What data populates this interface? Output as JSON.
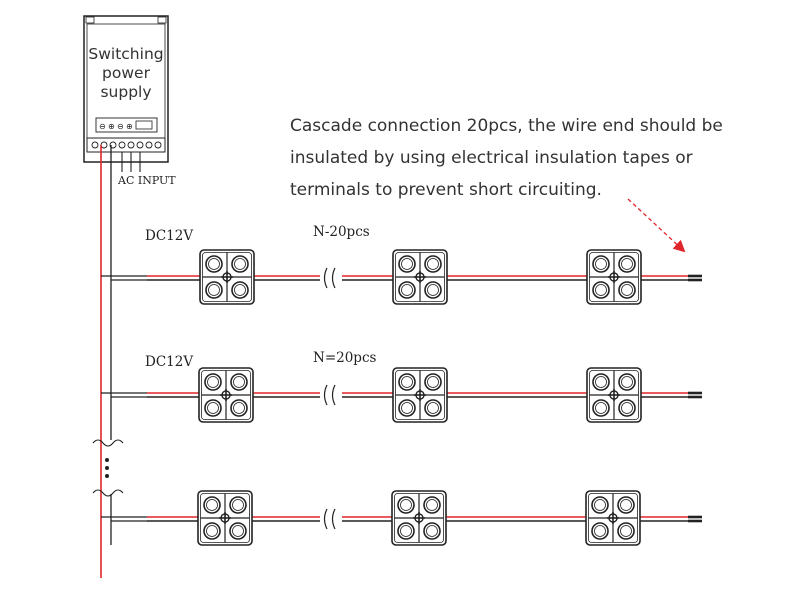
{
  "power_supply": {
    "label_lines": [
      "Switching",
      "power",
      "supply"
    ],
    "terminal_glyphs": [
      "⊖",
      "⊕",
      "⊖",
      "⊕"
    ],
    "input_label": "AC INPUT"
  },
  "note_lines": [
    "Cascade connection 20pcs, the wire end should be",
    "insulated by using electrical insulation tapes or",
    "terminals to prevent short circuiting."
  ],
  "rows": [
    {
      "voltage": "DC12V",
      "count": "N-20pcs"
    },
    {
      "voltage": "DC12V",
      "count": "N=20pcs"
    },
    {
      "voltage": "",
      "count": ""
    }
  ],
  "colors": {
    "positive_wire": "#e0262b",
    "line": "#222222",
    "arrow": "#e0262b"
  }
}
